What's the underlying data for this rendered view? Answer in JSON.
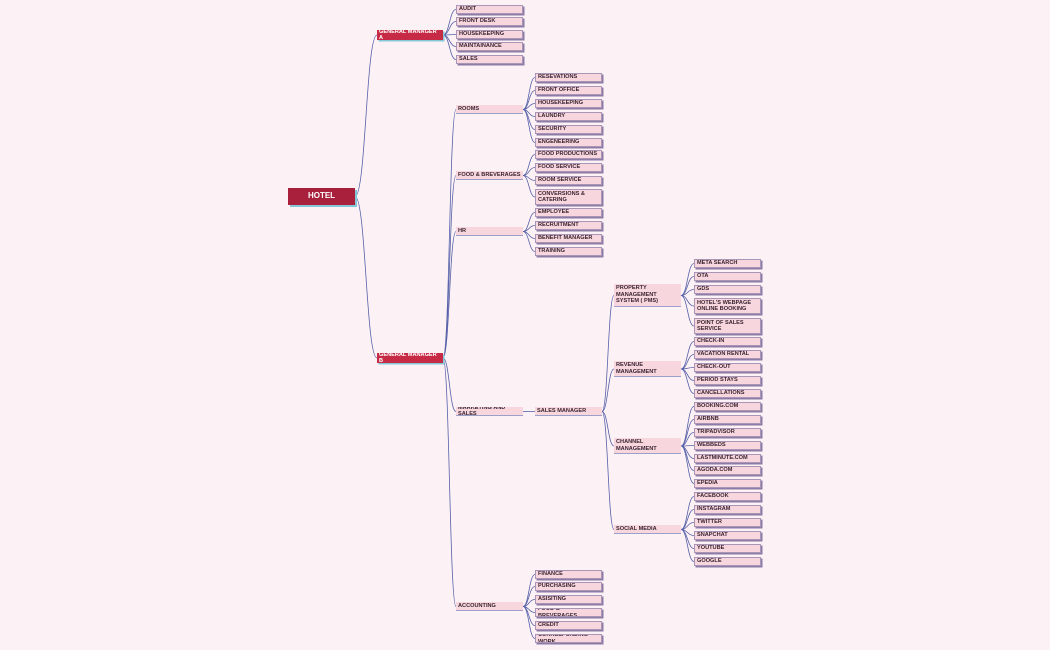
{
  "root": "HOTEL",
  "gm_a": {
    "label": "GENERAL MANAGER A",
    "items": [
      "AUDIT",
      "FRONT DESK",
      "HOUSEKEEPING",
      "MAINTAINANCE",
      "SALES"
    ]
  },
  "gm_b": {
    "label": "GENERAL MANAGER B",
    "rooms": {
      "label": "ROOMS",
      "items": [
        "RESEVATIONS",
        "FRONT OFFICE",
        "HOUSEKEEPING",
        "LAUNDRY",
        "SECURITY",
        "ENGENEERING"
      ]
    },
    "food": {
      "label": "FOOD & BREVERAGES",
      "items": [
        "FOOD PRODUCTIONS",
        "FOOD SERVICE",
        "ROOM SERVICE",
        "CONVERSIONS & CATERING"
      ]
    },
    "hr": {
      "label": "HR",
      "items": [
        "EMPLOYEE",
        "RECRUITMENT",
        "BENEFIT MANAGER",
        "TRAINING"
      ]
    },
    "marketing": {
      "label": "MARKETING AND SALES",
      "manager": "SALES MANAGER",
      "pms": {
        "label": "PROPERTY MANAGEMENT SYSTEM ( PMS)",
        "items": [
          "META SEARCH",
          "OTA",
          "GDS",
          "HOTEL'S WEBPAGE ONLINE BOOKING",
          "POINT OF SALES SERVICE"
        ]
      },
      "revenue": {
        "label": "REVENUE MANAGEMENT",
        "items": [
          "CHECK-IN",
          "VACATION RENTAL",
          "CHECK-OUT",
          "PERIOD STAYS",
          "CANCELLATIONS"
        ]
      },
      "channel": {
        "label": "CHANNEL MANAGEMENT",
        "items": [
          "BOOKING.COM",
          "AIRBNB",
          "TRIPADVISOR",
          "WEBBEDS",
          "LASTMINUTE.COM",
          "AGODA.COM",
          "EPEDIA"
        ]
      },
      "social": {
        "label": "SOCIAL MEDIA",
        "items": [
          "FACEBOOK",
          "INSTAGRAM",
          "TWITTER",
          "SNAPCHAT",
          "YOUTUBE",
          "GOOGLE"
        ]
      }
    },
    "accounting": {
      "label": "ACCOUNTING",
      "items": [
        "FINANCE",
        "PURCHASING",
        "ASISITING",
        "FOOD & BREVERAGES",
        "CREDIT",
        "CORRESPONDING WORK"
      ]
    }
  },
  "colors": {
    "root": "#a8203c",
    "manager": "#c72a44",
    "node_fill": "#f7d6de",
    "connector": "#5660a8",
    "background": "#fcf2f5"
  }
}
